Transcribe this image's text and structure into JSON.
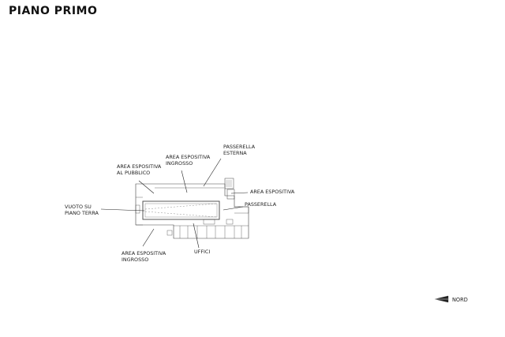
{
  "title": "PIANO PRIMO",
  "labels": {
    "area_pubblico_1": "AREA ESPOSITIVA",
    "area_pubblico_2": "AL PUBBLICO",
    "area_ingrosso_top_1": "AREA ESPOSITIVA",
    "area_ingrosso_top_2": "INGROSSO",
    "passerella_esterna_1": "PASSERELLA",
    "passerella_esterna_2": "ESTERNA",
    "area_espositiva_right": "AREA ESPOSITIVA",
    "passerella": "PASSERELLA",
    "vuoto_1": "VUOTO SU",
    "vuoto_2": "PIANO TERRA",
    "area_ingrosso_bottom_1": "AREA ESPOSITIVA",
    "area_ingrosso_bottom_2": "INGROSSO",
    "uffici": "UFFICI"
  },
  "north": {
    "label": "NORD",
    "icon": "north-arrow-icon"
  }
}
